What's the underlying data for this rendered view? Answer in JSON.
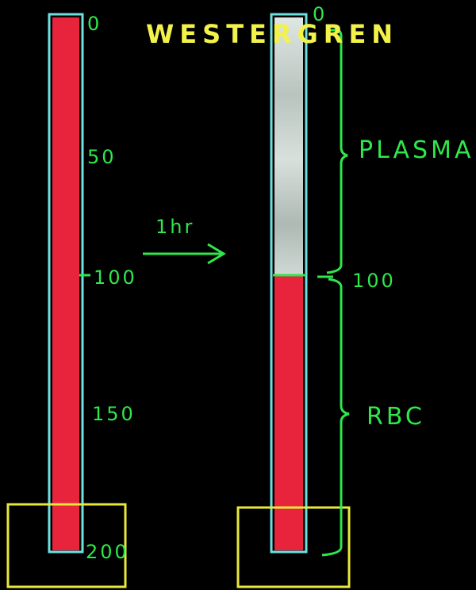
{
  "title": "WESTERGREN",
  "time_label": "1hr",
  "left_tube": {
    "ticks": [
      "0",
      "50",
      "100",
      "150",
      "200"
    ]
  },
  "right_tube": {
    "top_tick": "0",
    "interface_tick": "100",
    "plasma_label": "PLASMA",
    "rbc_label": "RBC"
  },
  "colors": {
    "background": "#000000",
    "tube_outline": "#6fe0e0",
    "blood": "#e8243c",
    "plasma": "#c8d2ce",
    "annotation": "#2ee84a",
    "title": "#f2f24a",
    "stand": "#e8e83a"
  }
}
